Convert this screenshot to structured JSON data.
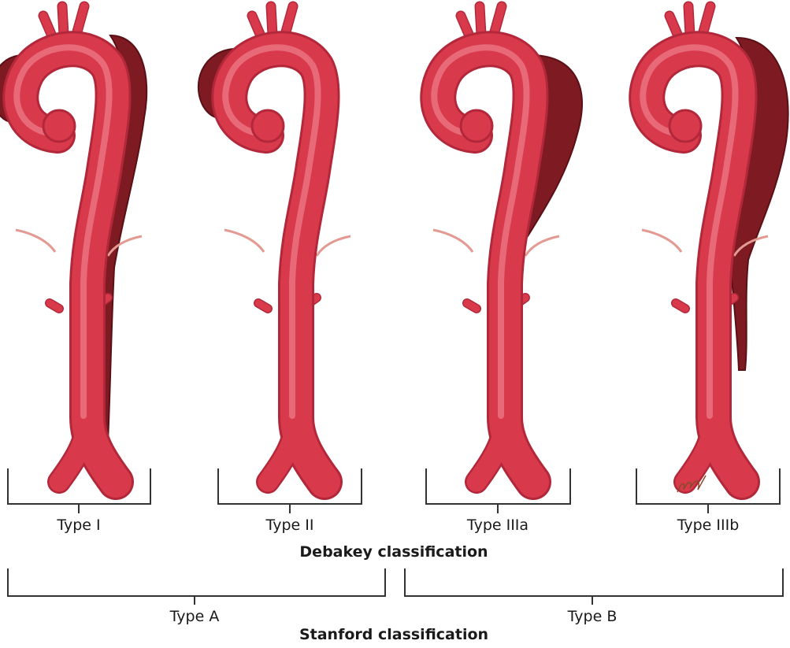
{
  "debakey": {
    "types": [
      "Type I",
      "Type II",
      "Type IIIa",
      "Type IIIb"
    ],
    "title": "Debakey classification"
  },
  "stanford": {
    "types": [
      "Type A",
      "Type B"
    ],
    "title": "Stanford classification"
  },
  "colors": {
    "aorta": "#d83a4c",
    "aorta_highlight": "#ee7a86",
    "aorta_outline": "#b2283a",
    "false_lumen": "#7e1a22",
    "false_lumen_edge": "#5a1016",
    "branch_vessel": "#e39a92",
    "bracket": "#333333"
  }
}
